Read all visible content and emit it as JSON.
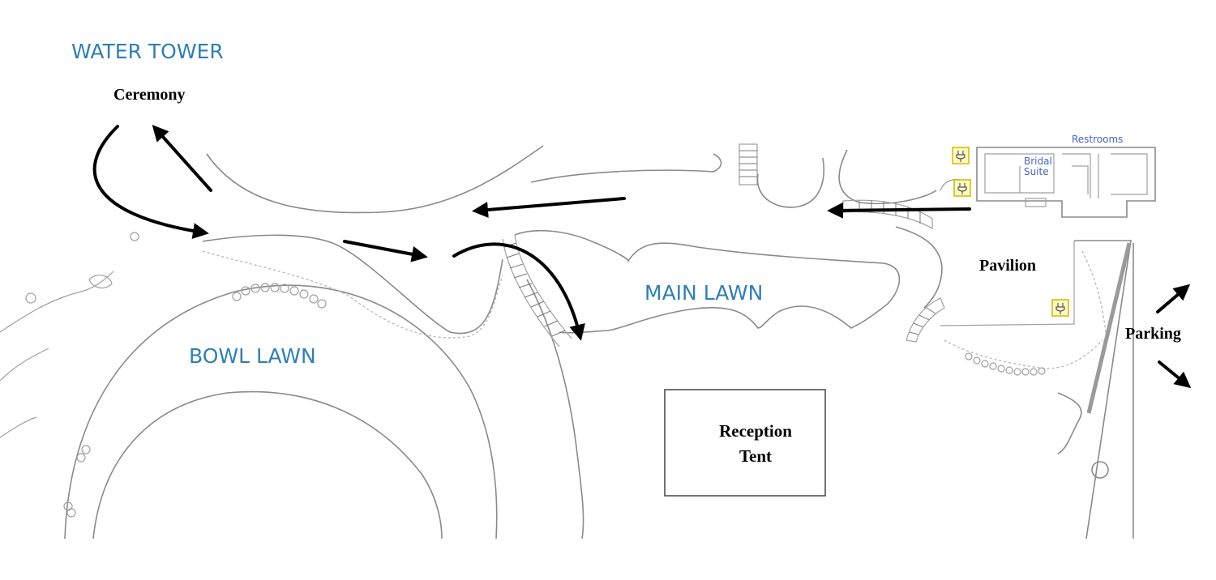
{
  "map": {
    "areas": {
      "water_tower": "WATER TOWER",
      "bowl_lawn": "BOWL LAWN",
      "main_lawn": "MAIN LAWN"
    },
    "venues": {
      "ceremony": "Ceremony",
      "pavilion": "Pavilion",
      "parking": "Parking",
      "reception_tent_line1": "Reception",
      "reception_tent_line2": "Tent"
    },
    "building": {
      "restrooms": "Restrooms",
      "bridal_line1": "Bridal",
      "bridal_line2": "Suite"
    },
    "icons": [
      "power-outlet-icon",
      "arrow-icon"
    ],
    "colors": {
      "area_label": "#2f7fb5",
      "room_label": "#4a63c6",
      "route_arrow": "#000000",
      "outlet_marker": "#fff9c4"
    }
  }
}
